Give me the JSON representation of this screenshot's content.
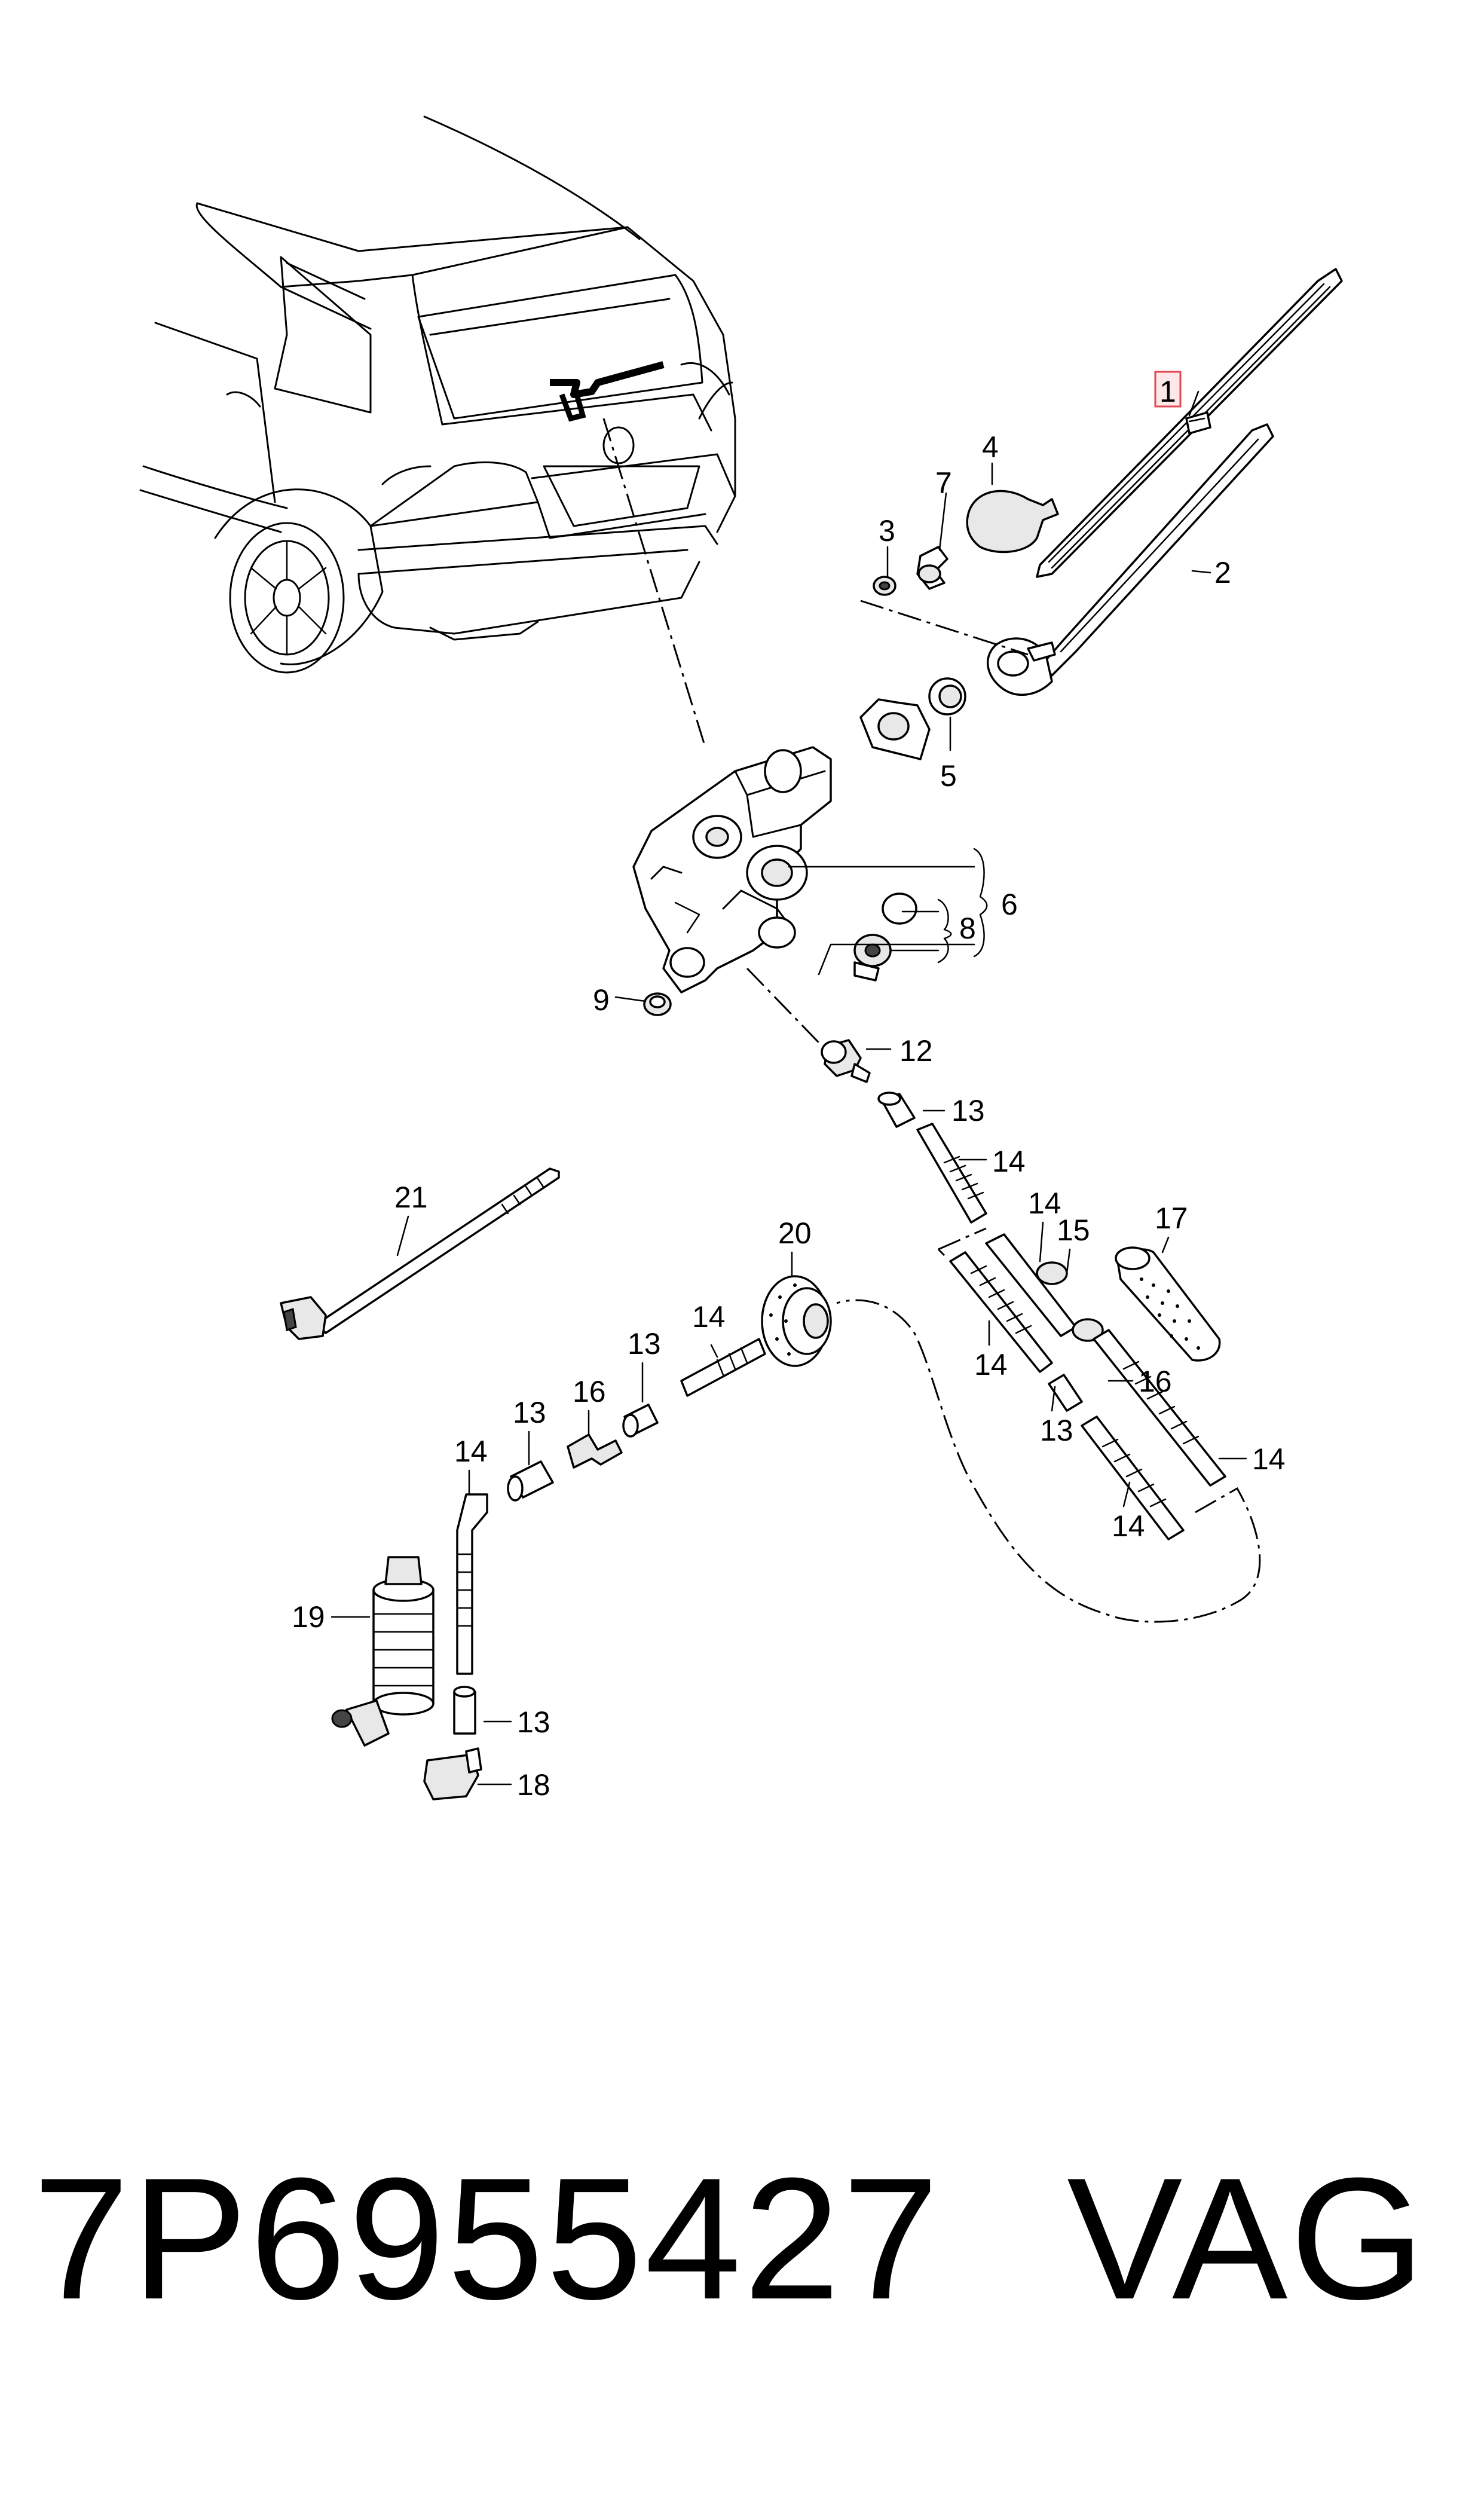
{
  "labels": [
    {
      "key": "1",
      "text": "1",
      "highlighted": true
    },
    {
      "key": "2",
      "text": "2"
    },
    {
      "key": "3",
      "text": "3"
    },
    {
      "key": "4",
      "text": "4"
    },
    {
      "key": "5",
      "text": "5"
    },
    {
      "key": "6",
      "text": "6"
    },
    {
      "key": "7",
      "text": "7"
    },
    {
      "key": "8",
      "text": "8"
    },
    {
      "key": "9",
      "text": "9"
    },
    {
      "key": "12",
      "text": "12"
    },
    {
      "key": "13a",
      "text": "13"
    },
    {
      "key": "14a",
      "text": "14"
    },
    {
      "key": "14b",
      "text": "14"
    },
    {
      "key": "15",
      "text": "15"
    },
    {
      "key": "17",
      "text": "17"
    },
    {
      "key": "16a",
      "text": "16"
    },
    {
      "key": "14c",
      "text": "14"
    },
    {
      "key": "14d",
      "text": "14"
    },
    {
      "key": "13b",
      "text": "13"
    },
    {
      "key": "14e",
      "text": "14"
    },
    {
      "key": "21",
      "text": "21"
    },
    {
      "key": "20",
      "text": "20"
    },
    {
      "key": "14f",
      "text": "14"
    },
    {
      "key": "13c",
      "text": "13"
    },
    {
      "key": "16b",
      "text": "16"
    },
    {
      "key": "13d",
      "text": "13"
    },
    {
      "key": "14g",
      "text": "14"
    },
    {
      "key": "19",
      "text": "19"
    },
    {
      "key": "13e",
      "text": "13"
    },
    {
      "key": "18",
      "text": "18"
    }
  ],
  "footer": {
    "part_number": "7P6955427",
    "brand": "VAG"
  },
  "colors": {
    "highlight_stroke": "#e3474f",
    "highlight_fill": "#fde7e8",
    "line": "#000000",
    "background": "#ffffff"
  }
}
